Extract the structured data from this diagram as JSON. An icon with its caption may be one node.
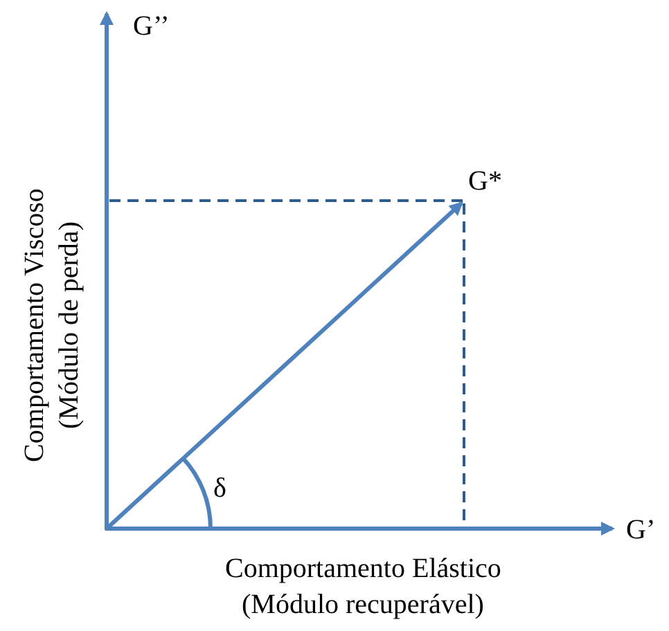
{
  "diagram": {
    "labels": [
      "G’’",
      "G*",
      "G’",
      "δ",
      "Comportamento Viscoso",
      "(Módulo de perda)",
      "Comportamento Elástico",
      "(Módulo recuperável)"
    ]
  }
}
